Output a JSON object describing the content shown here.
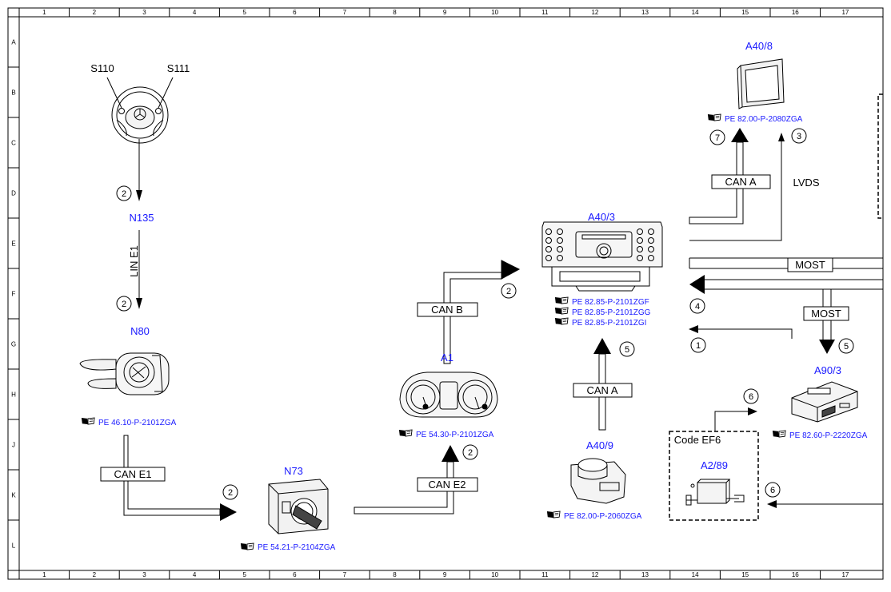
{
  "columns": [
    "1",
    "2",
    "3",
    "4",
    "5",
    "6",
    "7",
    "8",
    "9",
    "10",
    "11",
    "12",
    "13",
    "14",
    "15",
    "16",
    "17"
  ],
  "rows": [
    "A",
    "B",
    "C",
    "D",
    "E",
    "F",
    "G",
    "H",
    "J",
    "K",
    "L"
  ],
  "components": {
    "s110": "S110",
    "s111": "S111",
    "n135": "N135",
    "n80": "N80",
    "n73": "N73",
    "a1": "A1",
    "a40_3": "A40/3",
    "a40_8": "A40/8",
    "a40_9": "A40/9",
    "a90_3": "A90/3",
    "a2_89": "A2/89"
  },
  "references": {
    "n80": "PE 46.10-P-2101ZGA",
    "n73": "PE 54.21-P-2104ZGA",
    "a1": "PE 54.30-P-2101ZGA",
    "a40_3": [
      "PE 82.85-P-2101ZGF",
      "PE 82.85-P-2101ZGG",
      "PE 82.85-P-2101ZGI"
    ],
    "a40_8": "PE 82.00-P-2080ZGA",
    "a40_9": "PE 82.00-P-2060ZGA",
    "a90_3": "PE 82.60-P-2220ZGA"
  },
  "buses": {
    "lin_e1": "LIN E1",
    "can_e1": "CAN E1",
    "can_e2": "CAN E2",
    "can_b": "CAN B",
    "can_a_top": "CAN A",
    "can_a_mid": "CAN A",
    "lvds": "LVDS",
    "most_top": "MOST",
    "most_mid": "MOST"
  },
  "markers": {
    "m_s_n135": "2",
    "m_n135_n80": "2",
    "m_n80_n73": "2",
    "m_n73_a1": "2",
    "m_a1_a403": "2",
    "m_a409_a403": "5",
    "m_a403_a408_can": "7",
    "m_a403_a408_lvds": "3",
    "m_most_in": "4",
    "m_most_a903": "5",
    "m_arrow_1": "1",
    "m_a289_a903": "6",
    "m_right_a289": "6"
  },
  "code_box": {
    "label": "Code EF6"
  },
  "colors": {
    "component_label": "#1a1aff",
    "line": "#000000"
  }
}
